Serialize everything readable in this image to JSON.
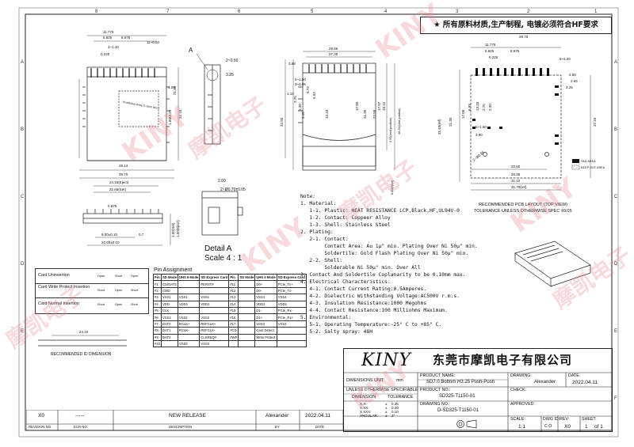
{
  "header": {
    "requirement_note": "★ 所有原料材质,生产制程, 电镀必须符合HF要求"
  },
  "frame": {
    "col_numbers": [
      "1",
      "2",
      "3",
      "4",
      "5",
      "6",
      "7",
      "8"
    ],
    "row_letters": [
      "A",
      "B",
      "C",
      "D",
      "E",
      "F"
    ]
  },
  "top_left_view": {
    "dims": [
      "11.775",
      "6.825",
      "8.675",
      "4~1.40",
      "11~0.50",
      "0.225",
      "27.10",
      "23.20",
      "21.80",
      "1.00",
      "1.50",
      "28.14",
      "29.70"
    ],
    "label_area": "Prohibition Area (1.0mm Min.)"
  },
  "detail_a": {
    "callout": "A",
    "title": "Detail A",
    "scale": "Scale 4 : 1",
    "dims": [
      "2~0.50",
      "3.25",
      "2.09",
      "2~Ø0.70±0.05"
    ]
  },
  "front_view": {
    "dims": [
      "28.66",
      "27.35",
      "2.88",
      "6.93",
      "5.73",
      "13.33",
      "17.00",
      "21.30",
      "22.50",
      "5~1.60",
      "3~1.05",
      "1.10",
      "2.75",
      "2.30",
      "3.10",
      "17.97",
      "18.12",
      "32.50",
      "0.95(card position)",
      "8.60(Eject)",
      "36.25(card position)"
    ]
  },
  "bottom_left_view": {
    "dims": [
      "24.15(Eject)",
      "22.65(Set)",
      "0.875",
      "1.50(Set)",
      "8.00±0.10",
      "20.50±0.10",
      "1.50(Eject)",
      "0.7"
    ]
  },
  "recommended_id": {
    "title": "RECOMMENDED ID DIMENSION",
    "dims": [
      "24.10"
    ]
  },
  "card_legend": {
    "rows": [
      "Card Uninsertion",
      "Card Write Protect Insertion",
      "Card Normal Insertion"
    ],
    "states": [
      "Open",
      "Short",
      "Open",
      "Short",
      "Open",
      "Short",
      "Short",
      "Open",
      "Short"
    ]
  },
  "pin_assignment": {
    "title": "Pin Assignment",
    "header": [
      "Pin",
      "SD Mode",
      "UHS II Mode",
      "SD Express Card",
      "Pin",
      "SD Mode",
      "UHS II Mode",
      "SD Express Card"
    ],
    "rows": [
      [
        "#1",
        "CD/DAT3",
        "",
        "PERST#",
        "#11",
        "",
        "D0+",
        "PCIe_Tx+"
      ],
      [
        "#2",
        "CMD",
        "",
        "",
        "#12",
        "",
        "D0-",
        "PCIe_Tx-"
      ],
      [
        "#3",
        "VSS1",
        "VSS1",
        "VSS1",
        "#13",
        "",
        "VSS4",
        "VSS4"
      ],
      [
        "#4",
        "VDD",
        "VDD1",
        "VDD1",
        "#14",
        "",
        "VDD2",
        "VDD2"
      ],
      [
        "#5",
        "CLK",
        "",
        "",
        "#15",
        "",
        "D1-",
        "PCIe_Rx-"
      ],
      [
        "#6",
        "VSS2",
        "VSS2",
        "VSS2",
        "#16",
        "",
        "D1+",
        "PCIe_Rx+"
      ],
      [
        "#7",
        "DAT0",
        "RCLK+",
        "REFCLK+",
        "#17",
        "",
        "VSS3",
        "VSS3"
      ],
      [
        "#8",
        "DAT1",
        "RCLK-",
        "REFCLK-",
        "#CD",
        "",
        "Card Detect",
        ""
      ],
      [
        "#9",
        "DAT2",
        "",
        "CLKREQ#",
        "#WP",
        "",
        "Write Protect",
        ""
      ],
      [
        "#10",
        "",
        "VSS3",
        "VSS3",
        "",
        "",
        "",
        ""
      ]
    ]
  },
  "notes": {
    "lines": [
      "Note:",
      "1. Material:",
      "   1-1. Plastic: HEAT RESISTANCE LCP,Black,HF,UL94V-0",
      "   1-2. Contact: Coppeer Alloy",
      "   1-3. Shell: Stainless Steel",
      "2. Plating:",
      "   2-1. Contact:",
      "        Contact Area: Au 1μ\" min. Plating Over Ni 50μ\" min.",
      "        Soldertile: Gold Flash Plating Over Ni 50μ\" min.",
      "   2-2. Shell:",
      "        Solderable Ni 50μ\" min. Over All",
      "3. Contact And Soldertile Coplanarity to be 0.10mm max.",
      "4. Electrical Characteristics:",
      "   4-1. Contact Current Rating:0.5Amperes.",
      "   4-2. Dielectric Withstanding Voltage:AC500V r.m.s.",
      "   4-3. Insulation Resistance:1000 Megohms",
      "   4-4. Contact Resistance:100 Milliohms Maximum.",
      "5. Environmental:",
      "   5-1. Operating Temperature:-25° C to +85° C.",
      "   5-2. Salty spray: 48H"
    ]
  },
  "pcb_layout": {
    "title": "RECOMMENDED PCB LAYOUT (TOP VIEW)",
    "tolerance": "TOLERANCE UNLESS OTHERWISE SPEC ±0.05",
    "legend": [
      "PAD AREA",
      "KEEP OUT AREA"
    ],
    "dims": [
      "29.75",
      "11.775",
      "6.825",
      "8.675",
      "0.225",
      "5~1.40",
      "31.40(ref)",
      "21.30",
      "17.00",
      "6.93",
      "13.33",
      "2.75",
      "2.30",
      "5~1.60",
      "3.90",
      "20.50",
      "26.35",
      "31.10",
      "31.70(ref)",
      "2~Ø0.85",
      "27.10",
      "2.65",
      "2.25",
      "2.58"
    ]
  },
  "title_block": {
    "brand": "KINY",
    "company_cn": "东莞市摩凯电子有限公司",
    "product_name_label": "PRODUCT NAME:",
    "product_name": "SD7.0 Bottom H3.25 Push-Push",
    "dimensions_unit_label": "DIMENSIONS UNIT:",
    "dimensions_unit": "mm",
    "unless_label": "UNLESS OTHERWISE SPECIFIABLE",
    "dimension_label": "DIMENSION",
    "tolerance_label": "TOLERANCE",
    "tolerances": [
      [
        "X.X:",
        "±",
        "0.35"
      ],
      [
        "X.XX:",
        "±",
        "0.20"
      ],
      [
        "X.XXX:",
        "±",
        "0.10"
      ],
      [
        "ANGULAR:",
        "±",
        "2°"
      ]
    ],
    "product_no_label": "PRODUCT NO.:",
    "product_no": "SD325-T1150-01",
    "drawing_no_label": "DRAWING NO.:",
    "drawing_no": "D-SD325-T1150-01",
    "drawing_label": "DRAWING:",
    "drawer": "Alexander",
    "date_label": "DATE:",
    "date": "2022.04.11",
    "check_label": "CHECK:",
    "approved_label": "APPROVED:",
    "scale_label": "SCALE:",
    "scale": "1:1",
    "dwg_id_label": "DWG ID:",
    "dwg_id": "C O",
    "rev_label": "REV:",
    "rev": "X0",
    "sheet_label": "SHEET:",
    "sheet": "1",
    "sheet_of": "of 1"
  },
  "revision_block": {
    "rev": "X0",
    "ecr": "-----",
    "description": "NEW RELEASE",
    "by": "Alexander",
    "date": "2022.04.11",
    "headers": [
      "REVISION NO.",
      "ECR NO.",
      "DESCRIPTION",
      "BY",
      "DATE"
    ]
  },
  "watermark": {
    "text_cn": "摩凯电子",
    "text_en": "KINY"
  },
  "colors": {
    "line": "#222222",
    "watermark": "#e67882",
    "pad_area": "#111111"
  }
}
